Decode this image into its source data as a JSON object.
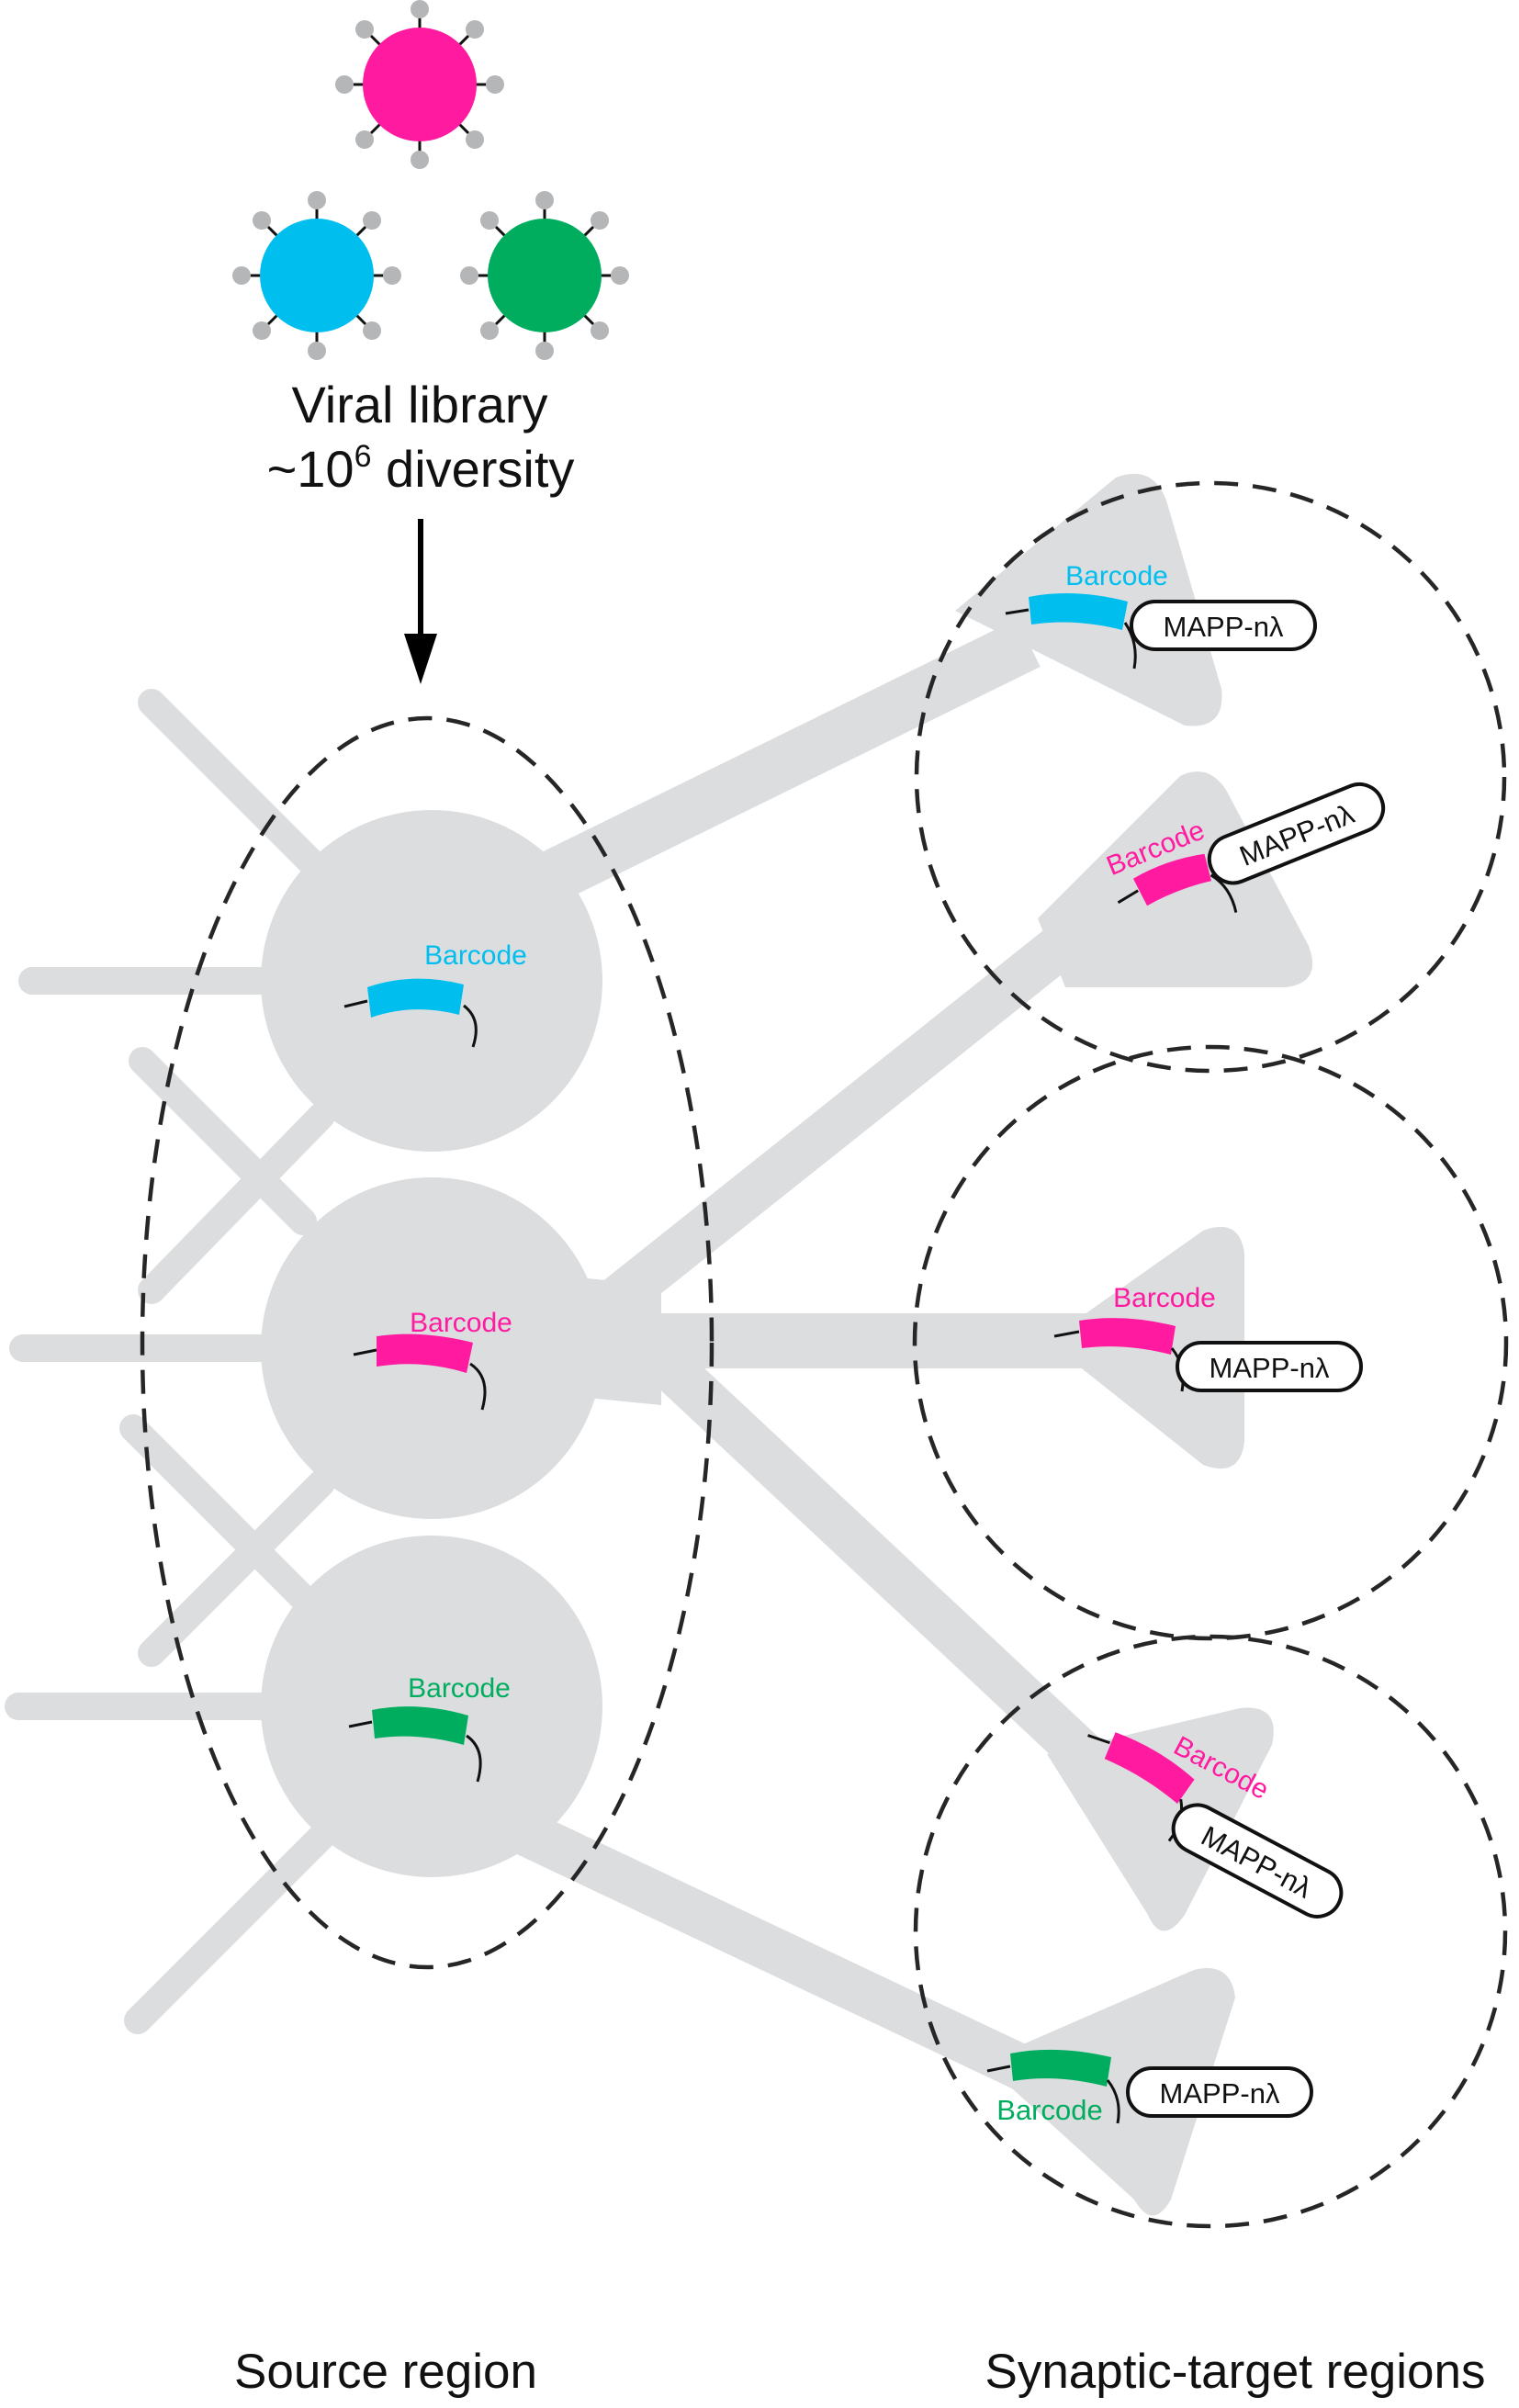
{
  "library": {
    "line1": "Viral library",
    "line2_prefix": "~10",
    "line2_exponent": "6",
    "line2_suffix": " diversity"
  },
  "barcode_label": "Barcode",
  "tag_label": "MAPP-nλ",
  "source_label": "Source region",
  "target_label": "Synaptic-target regions",
  "colors": {
    "cyan": "#00bfef",
    "magenta": "#ff1aa0",
    "green": "#00ad5f",
    "cell": "#dcdddf",
    "virion_spike": "#b5b6b8",
    "dash": "#262626"
  }
}
